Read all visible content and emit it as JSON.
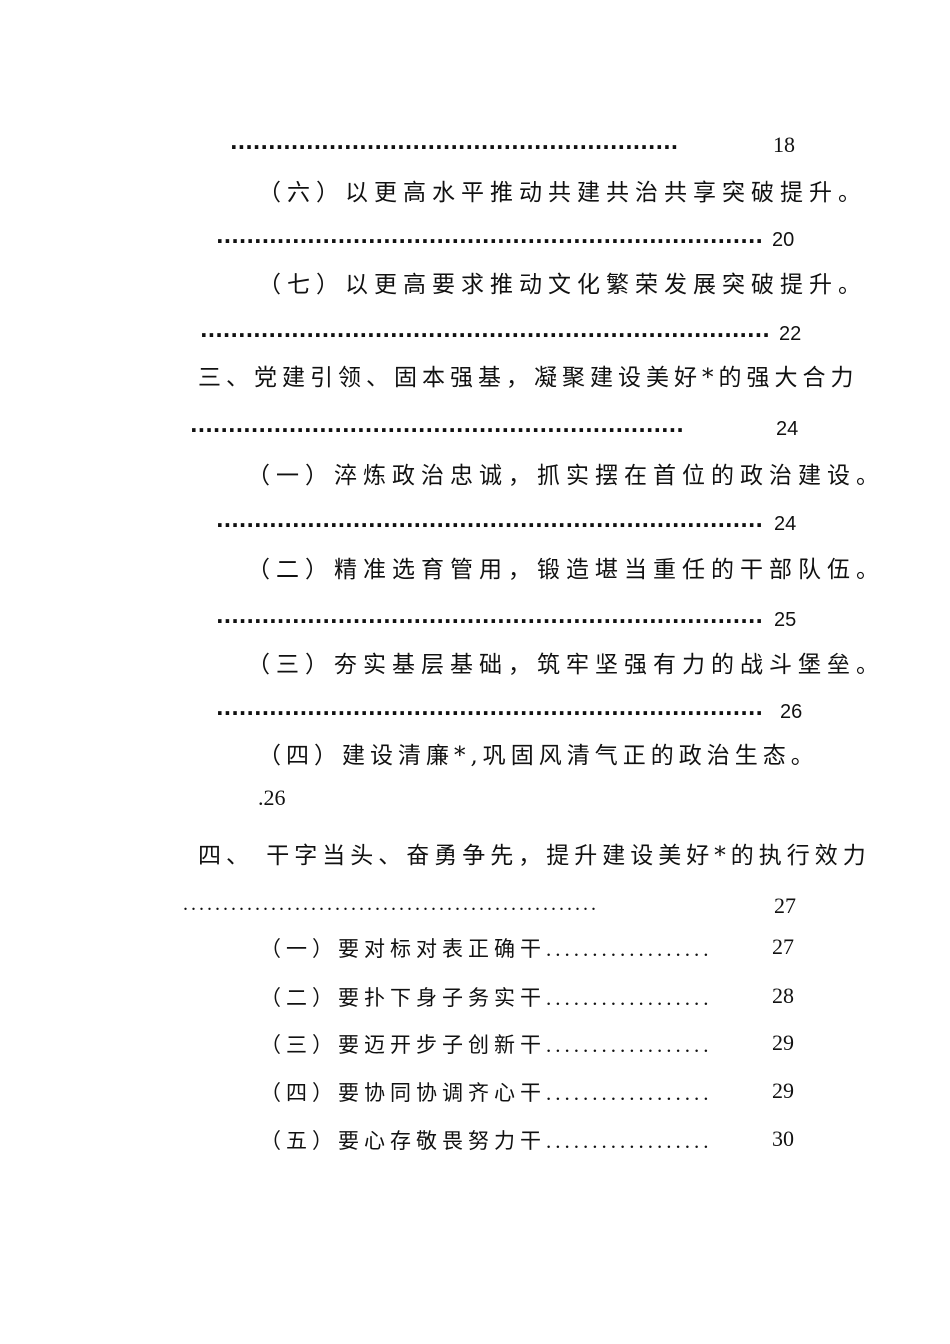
{
  "entries": [
    {
      "dots": "..........................................................................",
      "page": "18"
    },
    {
      "title": "（六）以更高水平推动共建共治共享突破提升。"
    },
    {
      "dots": "...............................................................................................",
      "page": "20"
    },
    {
      "title": "（七）以更高要求推动文化繁荣发展突破提升。"
    },
    {
      "dots": "..................................................................................................",
      "page": "22"
    },
    {
      "title": "三、党建引领、固本强基，凝聚建设美好*的强大合力"
    },
    {
      "dots": "..................................................................................",
      "page": "24"
    },
    {
      "title": "（一）淬炼政治忠诚，抓实摆在首位的政治建设。"
    },
    {
      "dots": "...............................................................................................",
      "page": "24"
    },
    {
      "title": "（二）精准选育管用，锻造堪当重任的干部队伍。"
    },
    {
      "dots": "...............................................................................................",
      "page": "25"
    },
    {
      "title": "（三）夯实基层基础，筑牢坚强有力的战斗堡垒。"
    },
    {
      "dots": "...............................................................................................",
      "page": "26"
    },
    {
      "title": "（四）建设清廉*,巩固风清气正的政治生态。"
    },
    {
      "page_text": ".26"
    },
    {
      "title": "四、 干字当头、奋勇争先，提升建设美好*的执行效力"
    },
    {
      "dots": "....................................................",
      "page": "27"
    }
  ],
  "subitems": [
    {
      "label": "（一）要对标对表正确干",
      "dots": "..................",
      "page": "27"
    },
    {
      "label": "（二）要扑下身子务实干",
      "dots": "..................",
      "page": "28"
    },
    {
      "label": "（三）要迈开步子创新干",
      "dots": "..................",
      "page": "29"
    },
    {
      "label": "（四）要协同协调齐心干",
      "dots": "..................",
      "page": "29"
    },
    {
      "label": "（五）要心存敬畏努力干",
      "dots": "..................",
      "page": "30"
    }
  ]
}
